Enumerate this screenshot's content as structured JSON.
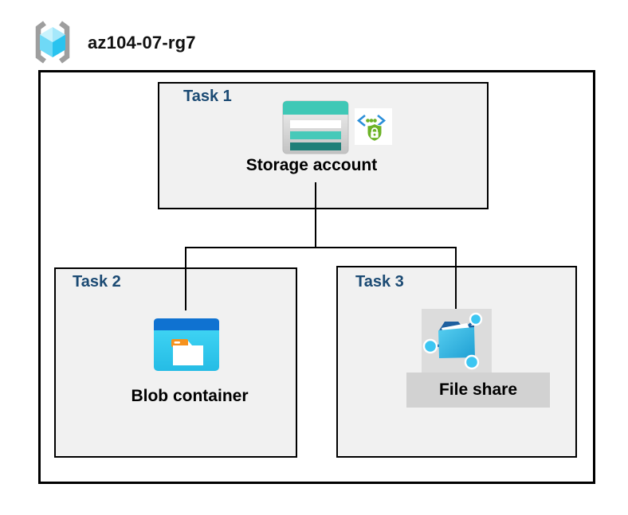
{
  "header": {
    "title": "az104-07-rg7"
  },
  "tasks": {
    "task1": {
      "label": "Task 1",
      "item_label": "Storage account"
    },
    "task2": {
      "label": "Task 2",
      "item_label": "Blob container"
    },
    "task3": {
      "label": "Task 3",
      "item_label": "File share"
    }
  },
  "icons": {
    "resource_group": "resource-group-icon",
    "storage_account": "storage-account-icon",
    "sas_badge": "shared-access-signature-icon",
    "blob_container": "blob-container-icon",
    "file_share": "file-share-icon"
  },
  "colors": {
    "task_label": "#1b4a73",
    "box_fill": "#f1f1f1",
    "box_border": "#000000",
    "connector": "#000000",
    "rg_bracket_gray": "#9e9e9e",
    "storage_teal": "#3fc8b6",
    "storage_teal_mid": "#47c9b9",
    "storage_teal_dark": "#1f7f78",
    "sas_blue": "#2b8fd9",
    "sas_green": "#6cb327",
    "blob_header_blue": "#0f72d1",
    "blob_body_cyan": "#35cef2",
    "blob_tab_orange": "#f6921e",
    "fileshare_bg_gray": "#dcdcdc",
    "label_band_gray": "#d2d2d2",
    "folder_blue_dark": "#1d5f9f",
    "circle_blue": "#3cc6f2",
    "link_line_blue": "#1565a8"
  }
}
